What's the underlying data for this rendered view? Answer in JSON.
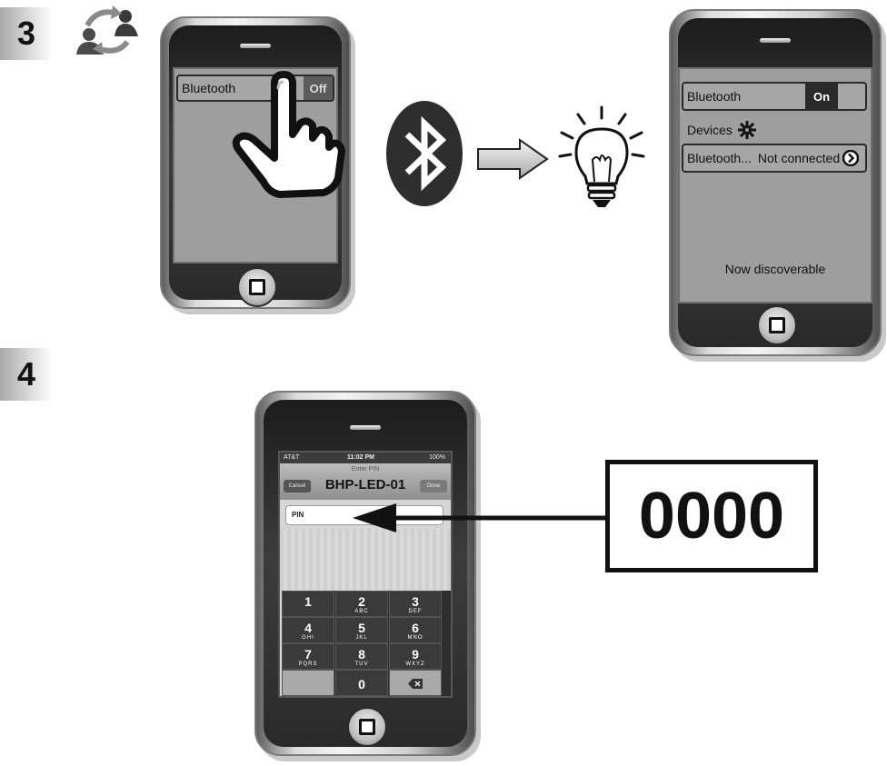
{
  "steps": [
    "3",
    "4"
  ],
  "icons": {
    "sync": "people-sync-icon",
    "hand": "pointing-hand-icon",
    "bluetooth": "bluetooth-icon",
    "arrow": "right-arrow-icon",
    "bulb": "light-bulb-icon",
    "gear": "gear-icon",
    "chevron": "chevron-right-icon",
    "backspace": "backspace-icon"
  },
  "phone1": {
    "bluetooth_label": "Bluetooth",
    "toggle_state": "Off"
  },
  "phone2": {
    "bluetooth_label": "Bluetooth",
    "toggle_state": "On",
    "devices_label": "Devices",
    "device_name": "Bluetooth...",
    "device_status": "Not connected",
    "discoverable_text": "Now discoverable"
  },
  "phone3": {
    "status_bar": {
      "carrier": "AT&T",
      "time": "11:02 PM",
      "battery": "100%"
    },
    "prompt": "Enter PIN",
    "cancel_label": "Cancel",
    "done_label": "Done",
    "device_title": "BHP-LED-01",
    "pin_placeholder": "PIN",
    "keys": [
      {
        "num": "1",
        "letters": ""
      },
      {
        "num": "2",
        "letters": "ABC"
      },
      {
        "num": "3",
        "letters": "DEF"
      },
      {
        "num": "4",
        "letters": "GHI"
      },
      {
        "num": "5",
        "letters": "JKL"
      },
      {
        "num": "6",
        "letters": "MNO"
      },
      {
        "num": "7",
        "letters": "PQRS"
      },
      {
        "num": "8",
        "letters": "TUV"
      },
      {
        "num": "9",
        "letters": "WXYZ"
      },
      {
        "num": "",
        "letters": ""
      },
      {
        "num": "0",
        "letters": ""
      },
      {
        "num": "",
        "letters": ""
      }
    ]
  },
  "pin_code": "0000"
}
